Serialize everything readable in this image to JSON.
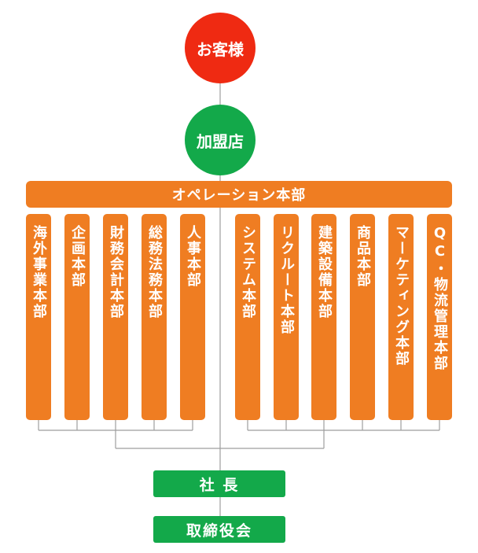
{
  "top": {
    "customer": "お客様",
    "franchise": "加盟店",
    "operations": "オペレーション本部"
  },
  "departments": {
    "d1": "海外事業本部",
    "d2": "企画本部",
    "d3": "財務会計本部",
    "d4": "総務法務本部",
    "d5": "人事本部",
    "d6": "システム本部",
    "d7": "リクルート本部",
    "d8": "建築設備本部",
    "d9": "商品本部",
    "d10": "マーケティング本部",
    "d11": "QC・物流管理本部"
  },
  "bottom": {
    "president": "社 長",
    "board": "取締役会"
  },
  "colors": {
    "customer": "#ef2a12",
    "green": "#13a94a",
    "orange": "#ef7d22",
    "connector": "#9e9e9e"
  }
}
